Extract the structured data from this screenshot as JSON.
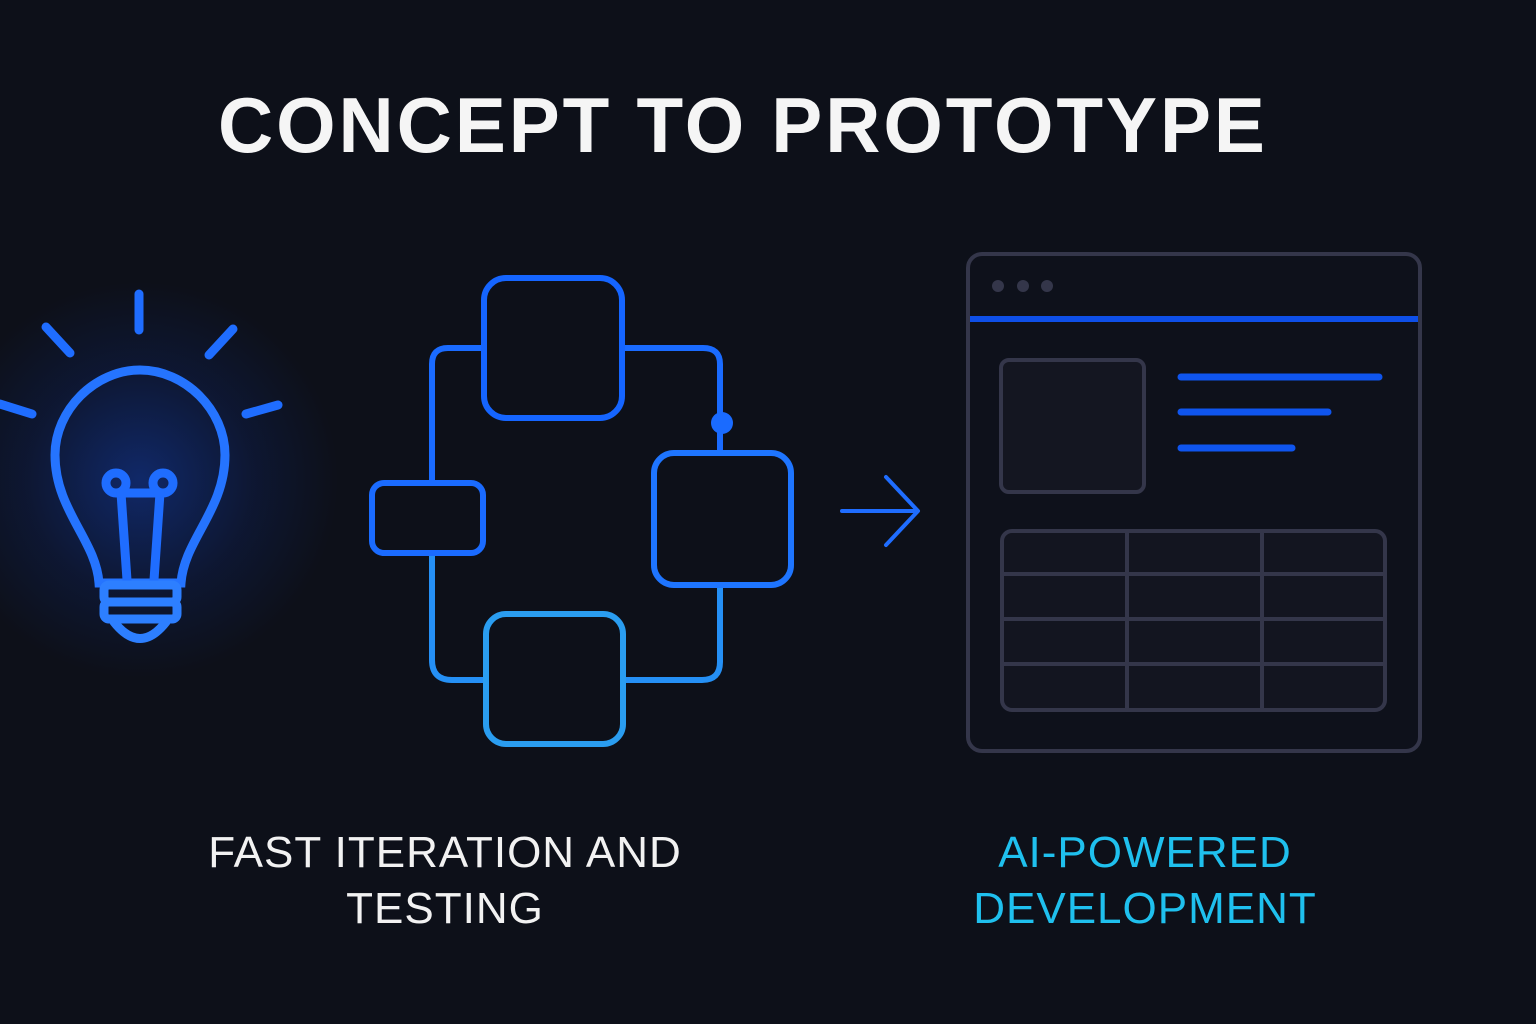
{
  "title": "CONCEPT TO PROTOTYPE",
  "captions": {
    "left_line1": "FAST ITERATION AND",
    "left_line2": "TESTING",
    "right_line1": "AI-POWERED",
    "right_line2": "DEVELOPMENT"
  },
  "icons": {
    "idea": "lightbulb-icon",
    "process": "flowchart-icon",
    "transition": "arrow-right-icon",
    "result": "app-window-wireframe-icon"
  },
  "colors": {
    "background": "#0d1019",
    "primary_blue": "#1a6bff",
    "light_blue": "#2a9df0",
    "cyan_text": "#1fc0ee",
    "wireframe_gray": "#34364a",
    "title_text": "#f5f5f5"
  }
}
